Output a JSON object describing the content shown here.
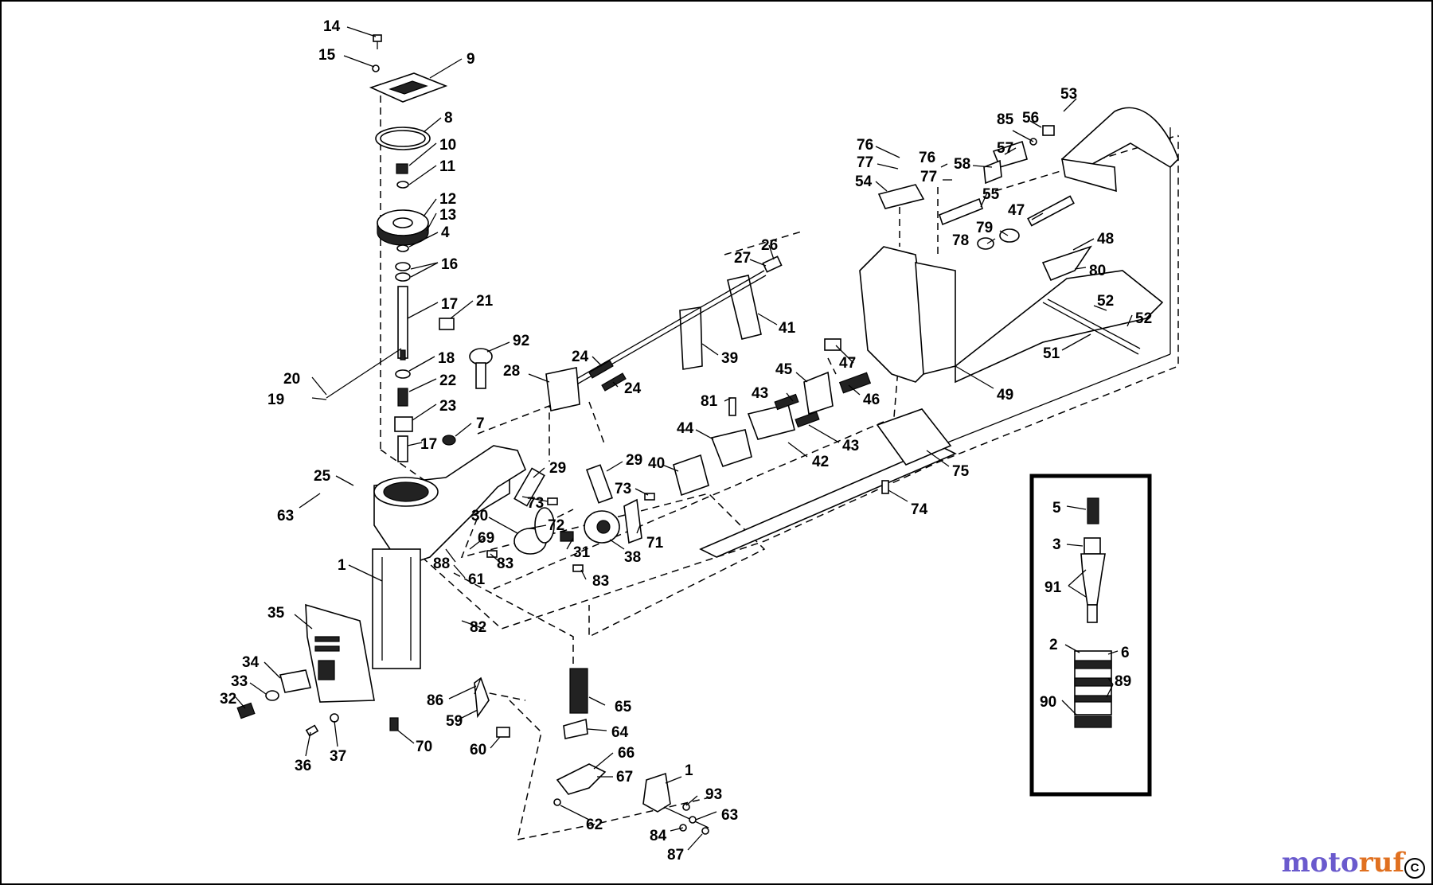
{
  "diagram": {
    "labels": [
      "14",
      "15",
      "9",
      "8",
      "10",
      "11",
      "12",
      "13",
      "4",
      "16",
      "17",
      "21",
      "18",
      "22",
      "23",
      "7",
      "17",
      "20",
      "19",
      "92",
      "25",
      "63",
      "1",
      "35",
      "34",
      "33",
      "32",
      "36",
      "37",
      "70",
      "88",
      "61",
      "69",
      "82",
      "83",
      "30",
      "73",
      "72",
      "31",
      "29",
      "29",
      "73",
      "71",
      "38",
      "83",
      "40",
      "28",
      "24",
      "24",
      "27",
      "26",
      "41",
      "39",
      "81",
      "43",
      "45",
      "47",
      "46",
      "44",
      "42",
      "43",
      "75",
      "74",
      "49",
      "51",
      "52",
      "52",
      "53",
      "56",
      "85",
      "57",
      "58",
      "55",
      "76",
      "77",
      "54",
      "76",
      "77",
      "78",
      "79",
      "47",
      "48",
      "80",
      "86",
      "59",
      "60",
      "65",
      "64",
      "66",
      "67",
      "62",
      "1",
      "93",
      "63",
      "84",
      "87",
      "5",
      "3",
      "91",
      "2",
      "6",
      "89",
      "90"
    ]
  },
  "watermark": {
    "part1": "moto",
    "part2": "ruf"
  },
  "corner_mark": "C"
}
